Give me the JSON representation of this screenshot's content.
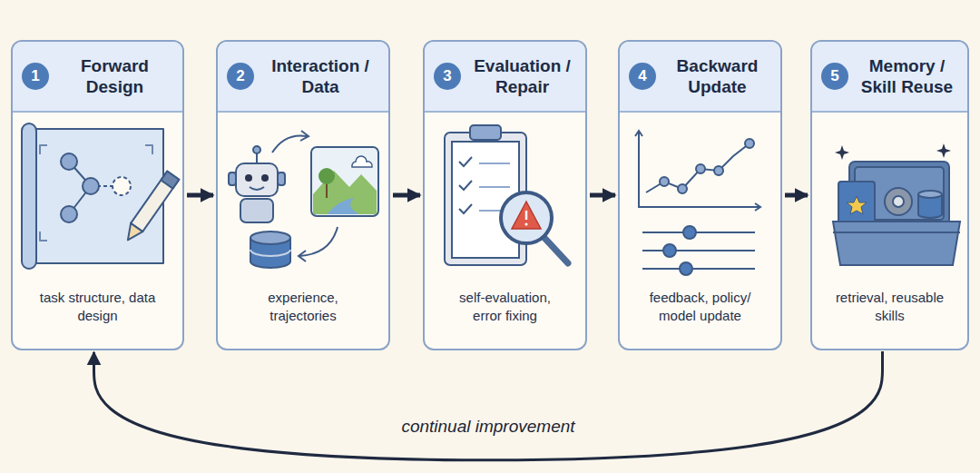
{
  "diagram": {
    "nodes": [
      {
        "text": [
          "Forward Design",
          "task structure, data design"
        ]
      },
      {
        "text": [
          "1"
        ],
        "in": 0
      },
      {
        "text": [
          "Interaction / Data",
          "experience, trajectories"
        ]
      },
      {
        "text": [
          "2"
        ],
        "in": 2
      },
      {
        "text": [
          "Evaluation / Repair",
          "self-evaluation, error fixing"
        ]
      },
      {
        "text": [
          "3"
        ],
        "in": 4
      },
      {
        "text": [
          "Backward Update",
          "feedback, policy/ model update"
        ]
      },
      {
        "text": [
          "4"
        ],
        "in": 6
      },
      {
        "text": [
          "Memory / Skill Reuse",
          "retrieval, reusable skills"
        ]
      },
      {
        "text": [
          "5"
        ],
        "in": 8
      }
    ],
    "edges": [
      {
        "from": 0,
        "to": 2,
        "arrow": "to"
      },
      {
        "from": 2,
        "to": 4,
        "arrow": "to"
      },
      {
        "from": 4,
        "to": 6,
        "arrow": "to"
      },
      {
        "from": 6,
        "to": 8,
        "arrow": "to"
      },
      {
        "from": 8,
        "to": 0,
        "arrow": "to",
        "label": "continual improvement"
      }
    ]
  }
}
